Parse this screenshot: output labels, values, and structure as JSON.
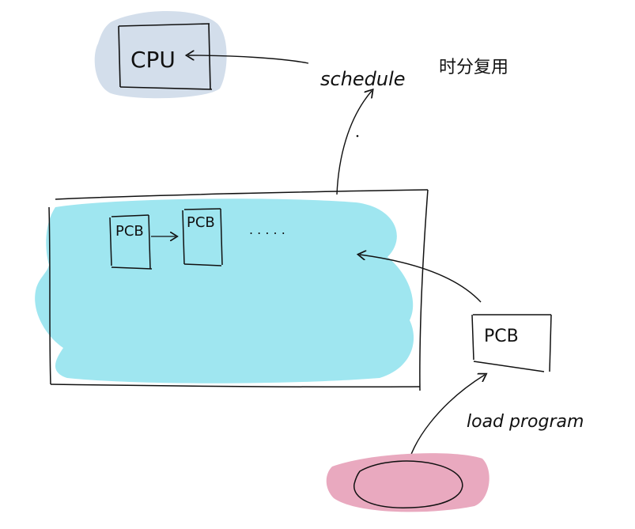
{
  "colors": {
    "cpu_fill": "#d3deeb",
    "queue_fill": "#9fe6f0",
    "disk_fill": "#e9a9bf",
    "ink": "#111111"
  },
  "labels": {
    "cpu": "CPU",
    "schedule": "schedule",
    "time_sharing": "时分复用",
    "pcb_queue_1": "PCB",
    "pcb_queue_2": "PCB",
    "ellipsis": ". . . . .",
    "pcb_new": "PCB",
    "load_program": "load  program"
  }
}
